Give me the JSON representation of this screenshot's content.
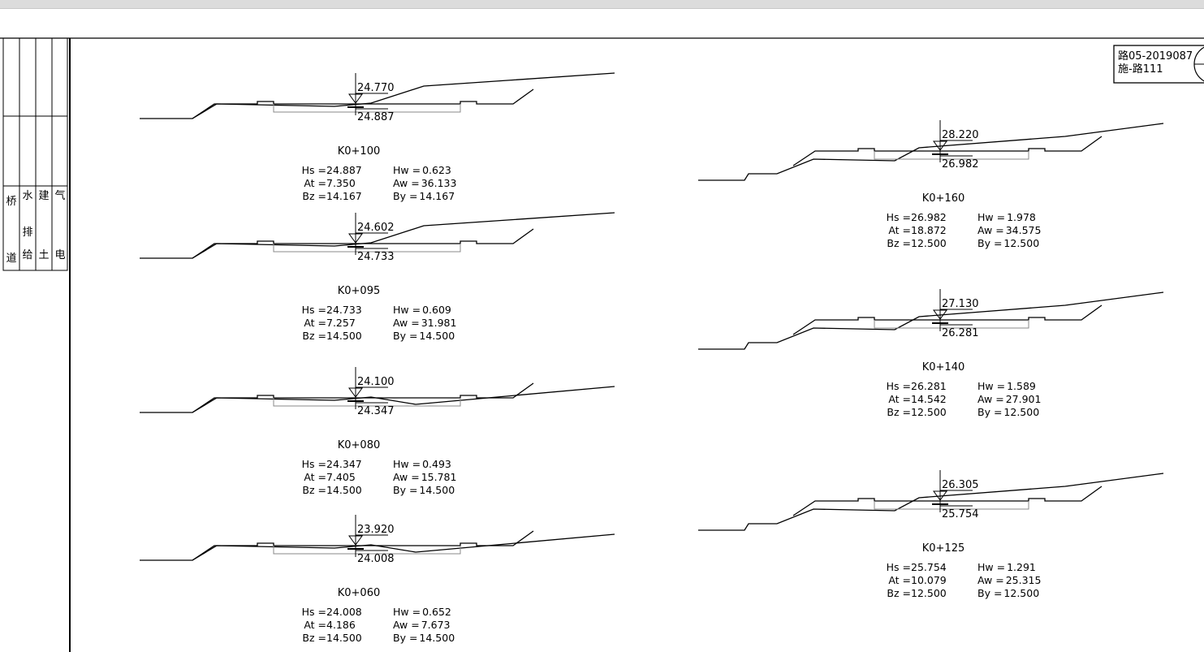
{
  "drawing_no": {
    "line1": "路05-2019087",
    "line2": "施-路111"
  },
  "disciplines": {
    "col1": [
      "道",
      "桥"
    ],
    "col2": [
      "给",
      "排",
      "水"
    ],
    "col3": [
      "土",
      "建"
    ],
    "col4": [
      "电",
      "气"
    ]
  },
  "sections": [
    {
      "id": "K0+100",
      "top": "24.770",
      "bottom": "24.887",
      "Hs": "24.887",
      "At": "7.350",
      "Bz": "14.167",
      "Hw": "0.623",
      "Aw": "36.133",
      "By": "14.167"
    },
    {
      "id": "K0+095",
      "top": "24.602",
      "bottom": "24.733",
      "Hs": "24.733",
      "At": "7.257",
      "Bz": "14.500",
      "Hw": "0.609",
      "Aw": "31.981",
      "By": "14.500"
    },
    {
      "id": "K0+080",
      "top": "24.100",
      "bottom": "24.347",
      "Hs": "24.347",
      "At": "7.405",
      "Bz": "14.500",
      "Hw": "0.493",
      "Aw": "15.781",
      "By": "14.500"
    },
    {
      "id": "K0+060",
      "top": "23.920",
      "bottom": "24.008",
      "Hs": "24.008",
      "At": "4.186",
      "Bz": "14.500",
      "Hw": "0.652",
      "Aw": "7.673",
      "By": "14.500"
    },
    {
      "id": "K0+160",
      "top": "28.220",
      "bottom": "26.982",
      "Hs": "26.982",
      "At": "18.872",
      "Bz": "12.500",
      "Hw": "1.978",
      "Aw": "34.575",
      "By": "12.500"
    },
    {
      "id": "K0+140",
      "top": "27.130",
      "bottom": "26.281",
      "Hs": "26.281",
      "At": "14.542",
      "Bz": "12.500",
      "Hw": "1.589",
      "Aw": "27.901",
      "By": "12.500"
    },
    {
      "id": "K0+125",
      "top": "26.305",
      "bottom": "25.754",
      "Hs": "25.754",
      "At": "10.079",
      "Bz": "12.500",
      "Hw": "1.291",
      "Aw": "25.315",
      "By": "12.500"
    }
  ]
}
